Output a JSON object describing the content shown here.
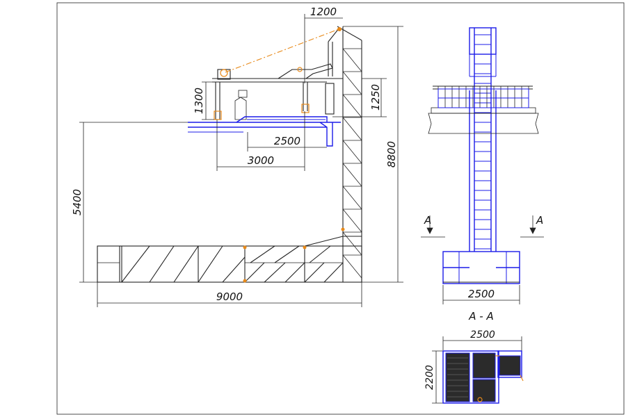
{
  "dimensions": {
    "top_width": "1200",
    "cantilever_height": "1300",
    "deck_offset": "1250",
    "reach_inner": "2500",
    "reach_outer": "3000",
    "depth": "5400",
    "total_height": "8800",
    "total_span": "9000",
    "front_width": "2500",
    "plan_width": "2500",
    "plan_depth": "2200"
  },
  "section": {
    "marker_left": "A",
    "marker_right": "A",
    "title": "A - A"
  },
  "colors": {
    "structure": "#222222",
    "steel_blue": "#1b1be8",
    "accent_orange": "#e88a1a"
  }
}
